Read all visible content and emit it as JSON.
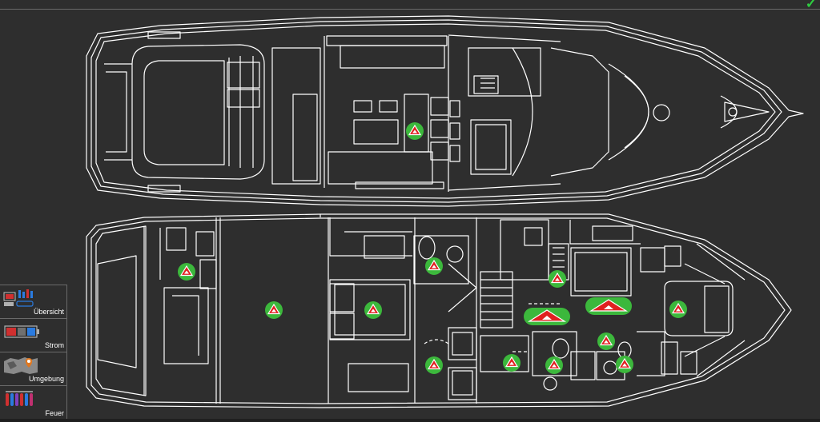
{
  "header": {
    "status_icon": "check-icon",
    "status_glyph": "✓",
    "status_color": "#2ecc40"
  },
  "colors": {
    "background": "#2e2e2e",
    "outline": "#ffffff",
    "sensor_fill": "#3cb83c",
    "sensor_symbol": "#e02020",
    "sensor_symbol_stroke": "#ffffff"
  },
  "plans": {
    "upper_deck": "flybridge-deck-plan",
    "lower_deck": "cabin-deck-plan"
  },
  "sensors": {
    "icon": "fire-detector-icon",
    "count": 14
  },
  "nav": {
    "items": [
      {
        "key": "overview",
        "label": "Übersicht",
        "icon": "overview-icon"
      },
      {
        "key": "power",
        "label": "Strom",
        "icon": "battery-icon"
      },
      {
        "key": "environment",
        "label": "Umgebung",
        "icon": "map-pin-icon"
      },
      {
        "key": "fire",
        "label": "Feuer",
        "icon": "extinguisher-icon"
      }
    ]
  }
}
